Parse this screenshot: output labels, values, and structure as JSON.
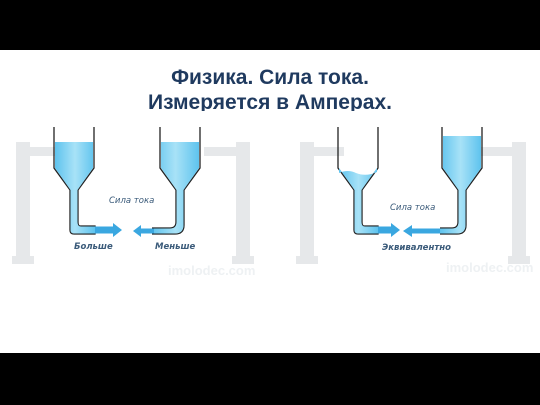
{
  "title": {
    "line1": "Физика. Сила тока.",
    "line2": "Измеряется в Амперах."
  },
  "left_diagram": {
    "current_label": "Сила тока",
    "more_label": "Больше",
    "less_label": "Меньше",
    "watermark": "imolodec.com"
  },
  "right_diagram": {
    "current_label": "Сила тока",
    "equivalent_label": "Эквивалентно",
    "watermark": "imolodec.com"
  },
  "colors": {
    "water": "#7fd0f0",
    "water_edge": "#4fb6e6",
    "arrow": "#3aa7e0",
    "stand": "#e6e8ea",
    "title": "#1f3a5f"
  }
}
